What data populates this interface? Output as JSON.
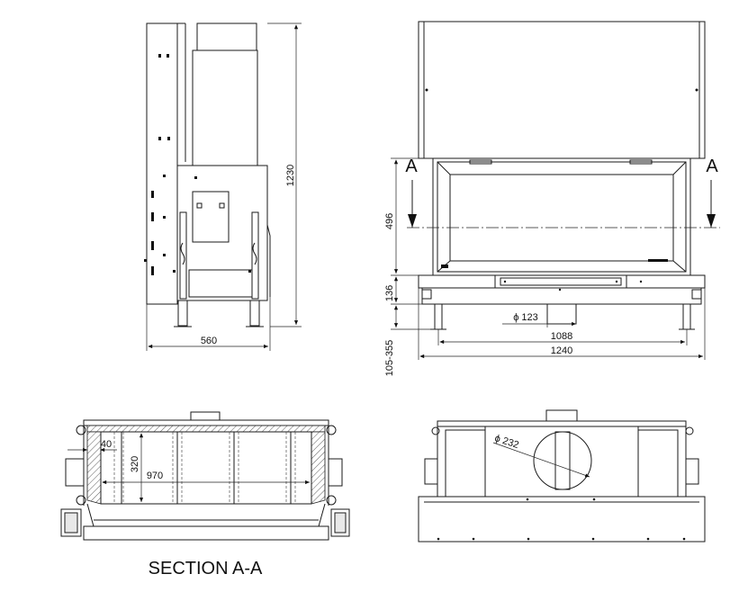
{
  "side_view": {
    "height_label": "1230",
    "width_label": "560"
  },
  "front_view": {
    "section_mark_left": "A",
    "section_mark_right": "A",
    "glass_height_label": "496",
    "base_height_label": "136",
    "leg_height_label": "105-355",
    "flue_diameter_label": "ϕ 123",
    "inner_width_label": "1088",
    "outer_width_label": "1240"
  },
  "section_view": {
    "side_offset_label": "40",
    "depth_label": "320",
    "width_label": "970",
    "caption": "SECTION A-A"
  },
  "top_view": {
    "flue_diameter_label": "ϕ 232"
  }
}
